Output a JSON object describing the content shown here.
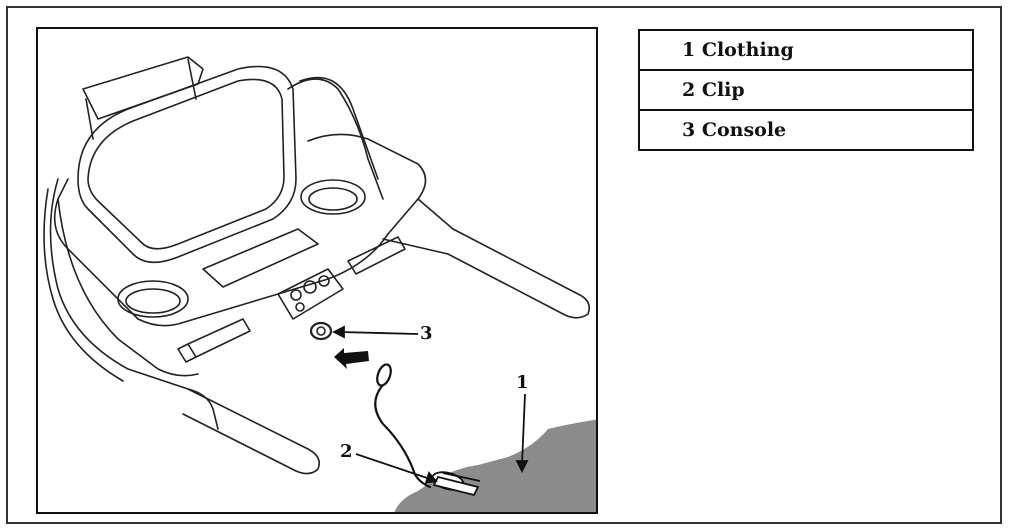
{
  "legend": {
    "rows": [
      {
        "label": "1 Clothing"
      },
      {
        "label": "2 Clip"
      },
      {
        "label": "3 Console"
      }
    ]
  },
  "callouts": {
    "one": "1",
    "two": "2",
    "three": "3"
  },
  "colors": {
    "line": "#222222",
    "clothing_fill": "#8c8c8c",
    "arrow": "#111111"
  }
}
